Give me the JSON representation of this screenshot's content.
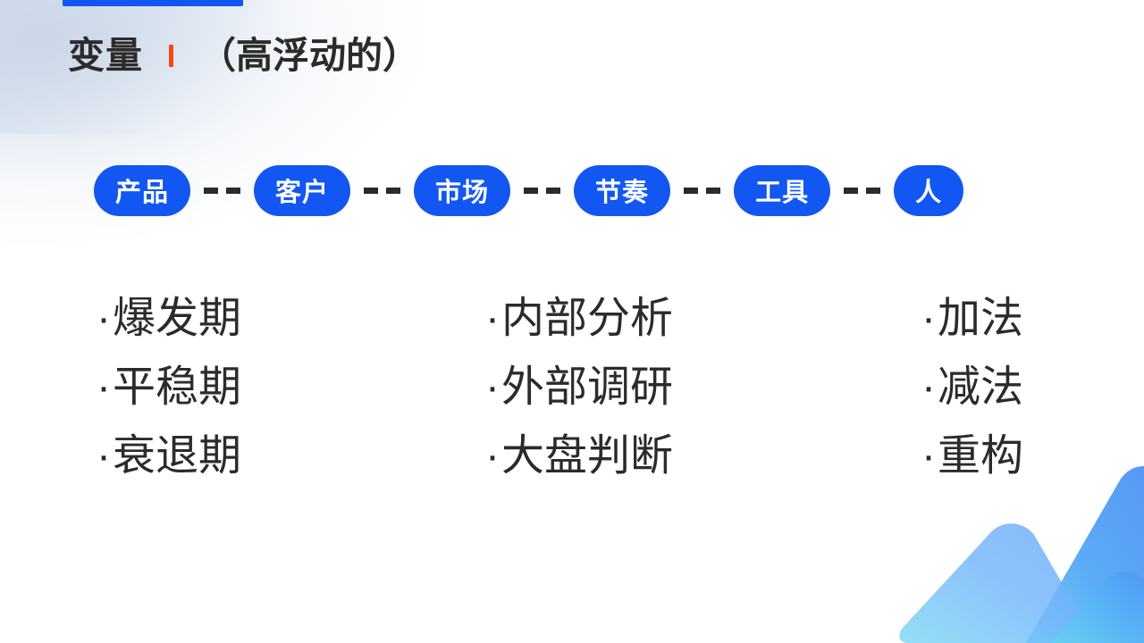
{
  "slide": {
    "title": {
      "main": "变量",
      "separator": "|",
      "sub": "（高浮动的）"
    },
    "accent_colors": {
      "brand_blue": "#1257f2",
      "separator_orange": "#f7490c",
      "text_dark": "#2b2b2b",
      "decor_blue_light": "#8ec3fb",
      "decor_blue_mid": "#5aa9f8",
      "decor_cyan": "#61d6f5"
    },
    "pills": [
      {
        "label": "产品"
      },
      {
        "label": "客户"
      },
      {
        "label": "市场"
      },
      {
        "label": "节奏"
      },
      {
        "label": "工具"
      },
      {
        "label": "人"
      }
    ],
    "pill_separator": "--",
    "columns": [
      {
        "items": [
          {
            "bullet": "·",
            "text": "爆发期"
          },
          {
            "bullet": "·",
            "text": "平稳期"
          },
          {
            "bullet": "·",
            "text": "衰退期"
          }
        ]
      },
      {
        "items": [
          {
            "bullet": "·",
            "text": "内部分析"
          },
          {
            "bullet": "·",
            "text": "外部调研"
          },
          {
            "bullet": "·",
            "text": "大盘判断"
          }
        ]
      },
      {
        "items": [
          {
            "bullet": "·",
            "text": "加法"
          },
          {
            "bullet": "·",
            "text": "减法"
          },
          {
            "bullet": "·",
            "text": "重构"
          }
        ]
      }
    ]
  }
}
